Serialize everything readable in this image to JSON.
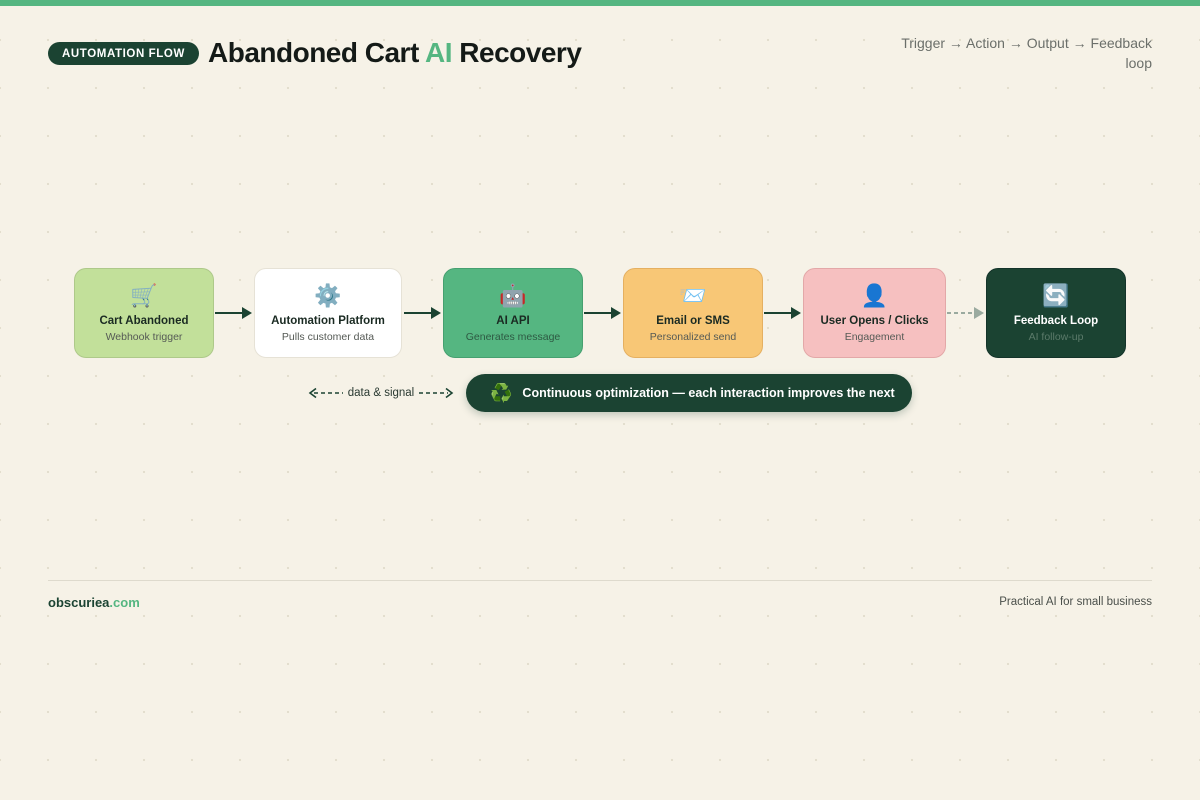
{
  "header": {
    "badge": "AUTOMATION FLOW",
    "title_part1": "Abandoned Cart ",
    "title_accent": "AI",
    "title_part2": " Recovery",
    "flow_summary": "Trigger → Action → Output → Feedback loop"
  },
  "flow": {
    "nodes": [
      {
        "icon": "cart-icon",
        "glyph": "🛒",
        "title": "Cart Abandoned",
        "subtitle": "Webhook trigger",
        "color": "#c2e09a"
      },
      {
        "icon": "gear-icon",
        "glyph": "⚙️",
        "title": "Automation Platform",
        "subtitle": "Pulls customer data",
        "color": "#ffffff"
      },
      {
        "icon": "robot-icon",
        "glyph": "🤖",
        "title": "AI API",
        "subtitle": "Generates message",
        "color": "#55b681"
      },
      {
        "icon": "envelope-icon",
        "glyph": "📨",
        "title": "Email or SMS",
        "subtitle": "Personalized send",
        "color": "#f8c776"
      },
      {
        "icon": "user-icon",
        "glyph": "👤",
        "title": "User Opens / Clicks",
        "subtitle": "Engagement",
        "color": "#f6c0c0"
      },
      {
        "icon": "refresh-icon",
        "glyph": "🔄",
        "title": "Feedback Loop",
        "subtitle": "AI follow-up",
        "color": "#1b4332"
      }
    ],
    "arrow_color": "#1b4332",
    "dashed_arrow_color": "#9aaa9f"
  },
  "legend": {
    "signal_label": "data & signal"
  },
  "callout": {
    "icon": "recycle-icon",
    "glyph": "♻️",
    "text": "Continuous optimization — each interaction improves the next"
  },
  "footer": {
    "brand_name": "obscuriea",
    "brand_tld": ".com",
    "tagline": "Practical AI for small business"
  },
  "colors": {
    "accent": "#55b681",
    "dark": "#1b4332",
    "background": "#f6f2e7"
  }
}
